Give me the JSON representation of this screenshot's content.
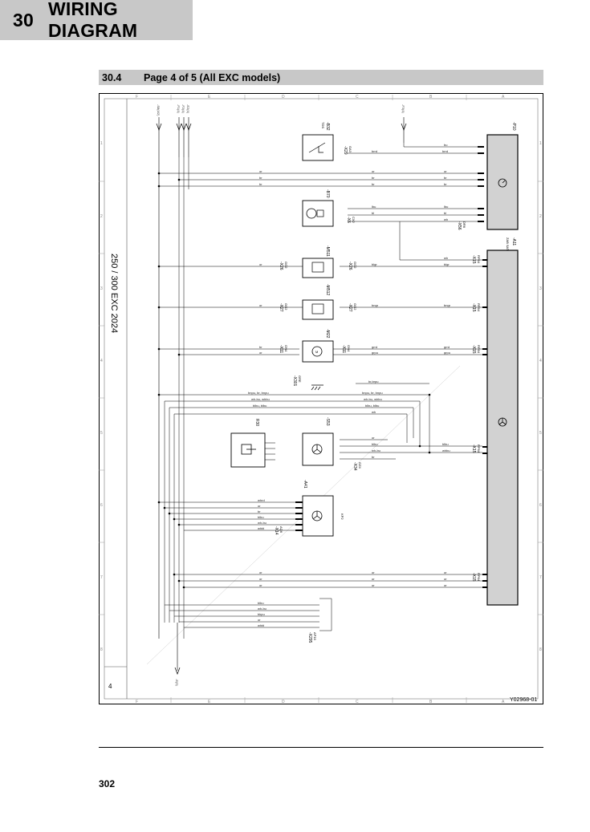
{
  "chapter": {
    "number": "30",
    "title": "WIRING DIAGRAM"
  },
  "section": {
    "number": "30.4",
    "title": "Page 4 of 5 (All EXC models)"
  },
  "diagram": {
    "model_text": "250 / 300 EXC 2024",
    "sheet": "4",
    "drawing_id": "Y02968-01",
    "col_letters": [
      "F",
      "E",
      "D",
      "C",
      "B",
      "A"
    ],
    "row_numbers": [
      "1",
      "2",
      "3",
      "4",
      "5",
      "6",
      "7",
      "8"
    ],
    "components": {
      "p10": "-P10",
      "a11": "-A11",
      "a11_sub": "ZAB\nSAT",
      "b32": "-B32",
      "b32_sub": "TDS",
      "b70": "-B70",
      "m511": "-M511",
      "m512": "-M512",
      "m22": "-M22",
      "s53": "-S53",
      "r30": "R30",
      "a41": "-A41",
      "x301": "-X301",
      "x301_sub": "GRE"
    },
    "connectors": {
      "x29": "-X29",
      "x29_sub": "GA3",
      "x6": "-X6",
      "x6_sub": "CX2",
      "x26a": "-X26",
      "x26b": "-X26",
      "x26_sub_l": "GG2",
      "x26_sub_r": "GG2",
      "x27a": "-X27",
      "x27b": "-X27",
      "x27_sub_l": "GG2",
      "x27_sub_r": "GG2",
      "x11a": "-X11",
      "x11b": "-X11",
      "x11_sub_l": "ON4",
      "x11_sub_r": "ON4",
      "x34": "-X34",
      "x34_sub": "GZ4",
      "x14": "-X14",
      "x14_sub": "AQ6",
      "kp2": "KP2",
      "x56": "-X56",
      "x56_sub": "DR6",
      "x15a": "-X15",
      "x15b": "-X15",
      "x15c": "-X15",
      "x15d": "-X15",
      "x15e": "-X15",
      "x15_sub": "RP64",
      "x295": "-X295",
      "x295_sub": "AP16"
    },
    "wire_colors": {
      "brrd": "brrd",
      "bu": "bu",
      "or": "or",
      "br": "br",
      "lbu": "lbu",
      "bl": "bl",
      "wh": "wh",
      "blgr": "blgr",
      "bngr": "bngr",
      "grrd": "grrd",
      "grpu": "grpu",
      "brpu": "br,brpu",
      "bus1": "bnpu, br, bnpu",
      "bus2": "wh-bu, whbu",
      "bus3": "blbu, blbu",
      "bus4": "wh",
      "blbu": "blbu",
      "whbu": "whbu",
      "whrd": "whrd",
      "wh_bu": "wh-bu",
      "whbl": "whbl",
      "bkpu": "bkpu",
      "bkgn": "bkgn",
      "gr": "gr"
    },
    "top_signals": [
      "-S8(4/2)",
      "-F1(4)",
      "-F2(4)",
      "-E2(4)",
      "-F3(4)"
    ],
    "bottom_signal": "-E(5)"
  },
  "page": {
    "number": "302"
  }
}
